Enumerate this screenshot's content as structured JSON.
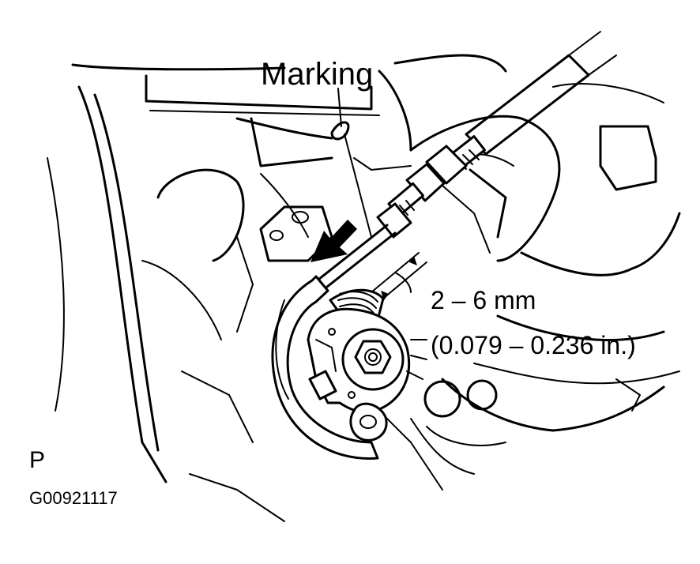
{
  "figure": {
    "callout_label": "Marking",
    "measurement": {
      "metric": "2 – 6 mm",
      "imperial": "(0.079 – 0.236 in.)"
    },
    "view_indicator": "P",
    "figure_code": "G00921117",
    "colors": {
      "line": "#000000",
      "background": "#ffffff"
    }
  }
}
